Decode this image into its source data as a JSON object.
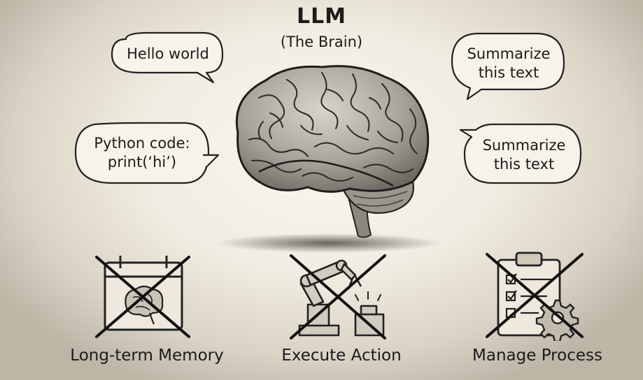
{
  "header": {
    "title": "LLM",
    "subtitle": "(The Brain)"
  },
  "bubbles": [
    {
      "id": "hello",
      "text": "Hello world"
    },
    {
      "id": "python",
      "lines": [
        "Python code:",
        "print(‘hi’)"
      ]
    },
    {
      "id": "summarize-top",
      "lines": [
        "Summarize",
        "this text"
      ]
    },
    {
      "id": "summarize-bottom",
      "lines": [
        "Summarize",
        "this text"
      ]
    }
  ],
  "limitations": [
    {
      "label": "Long-term Memory",
      "icon": "calendar-brain-icon"
    },
    {
      "label": "Execute Action",
      "icon": "robot-arm-icon"
    },
    {
      "label": "Manage Process",
      "icon": "clipboard-gear-icon"
    }
  ]
}
